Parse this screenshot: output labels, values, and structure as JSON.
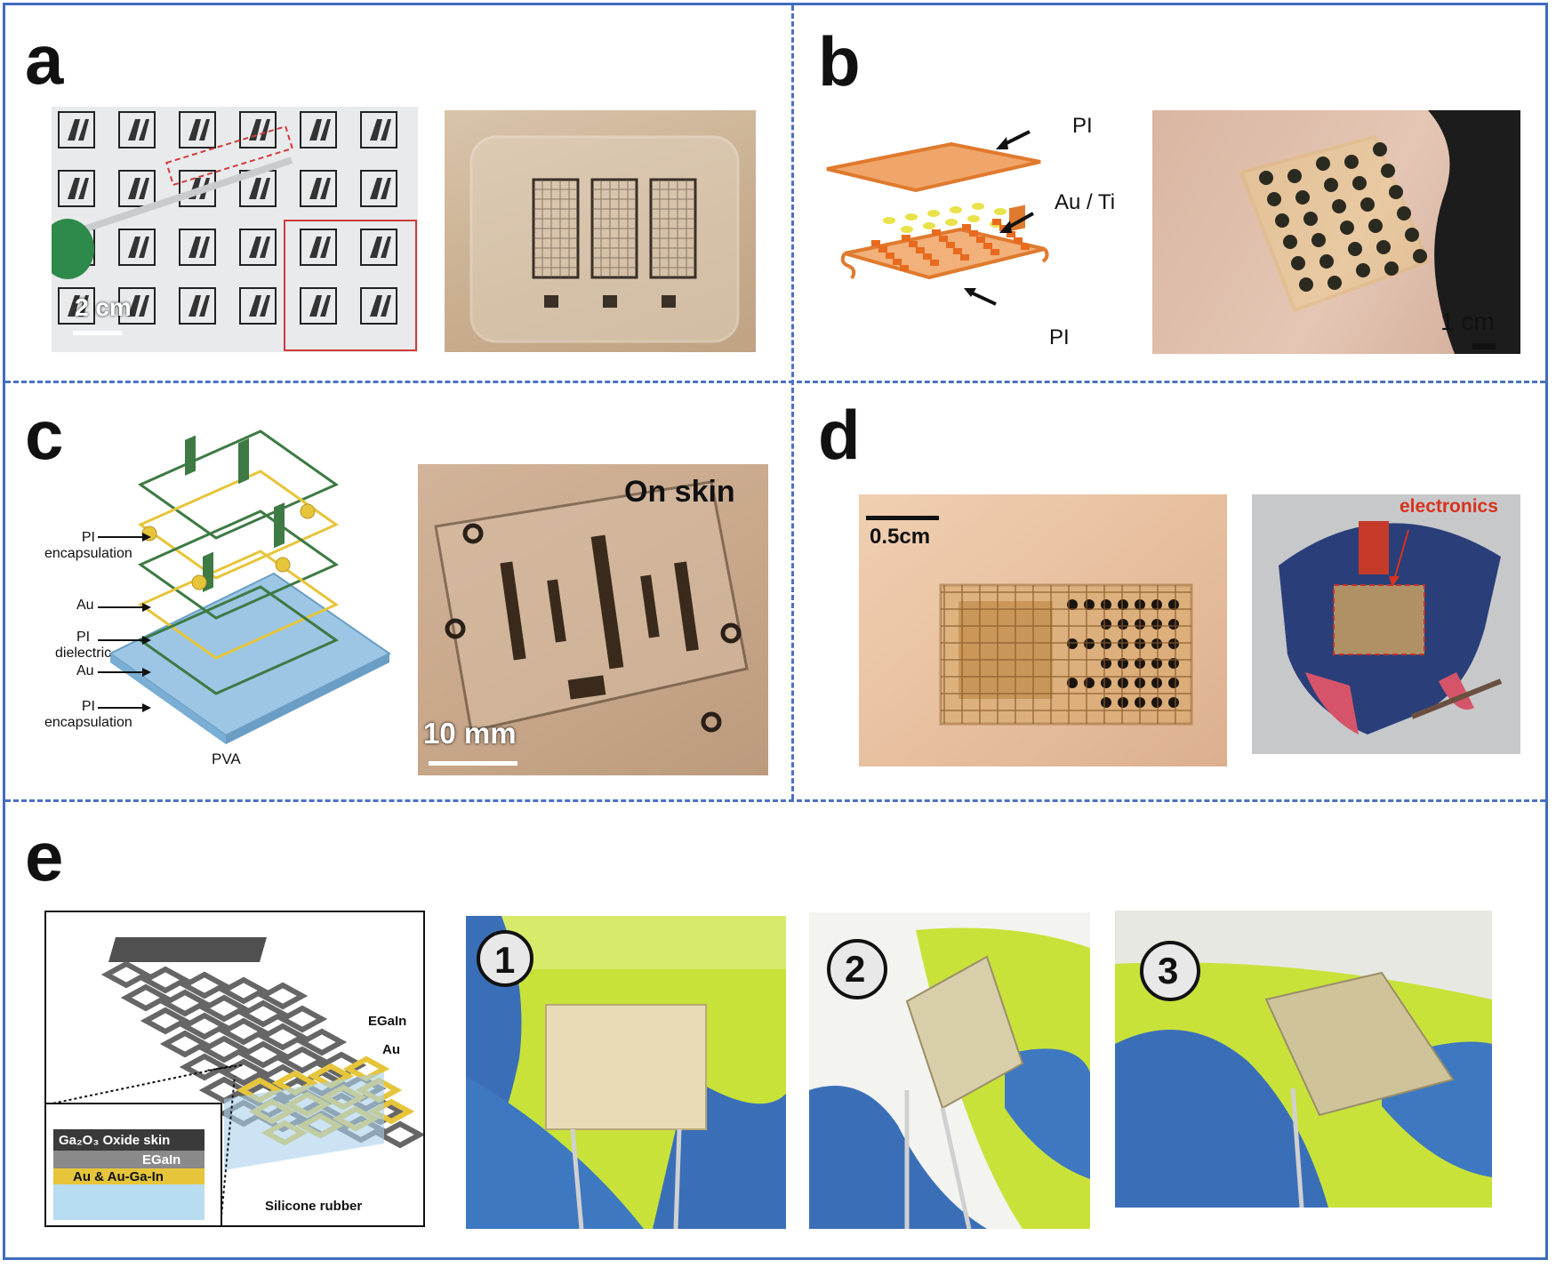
{
  "panels": {
    "a": {
      "label": "a",
      "scale": "2 cm"
    },
    "b": {
      "label": "b",
      "pi_top": "PI",
      "au_ti": "Au / Ti",
      "pi_bottom": "PI",
      "scale": "1 cm"
    },
    "c": {
      "label": "c",
      "layers": [
        "PI\nencapsulation",
        "Au",
        "PI\ndielectric",
        "Au",
        "PI\nencapsulation"
      ],
      "pva": "PVA",
      "on_skin": "On skin",
      "scale": "10 mm"
    },
    "d": {
      "label": "d",
      "scale": "0.5cm",
      "electronics": "electronics"
    },
    "e": {
      "label": "e",
      "egain": "EGaIn",
      "au": "Au",
      "silicone": "Silicone rubber",
      "inset_oxide": "Ga₂O₃ Oxide skin",
      "inset_egain": "EGaIn",
      "inset_au": "Au & Au-Ga-In",
      "steps": [
        "1",
        "2",
        "3"
      ]
    }
  },
  "colors": {
    "frame": "#3f6dbd",
    "pi_orange": "#e07a2e",
    "au_yellow": "#e6c53a",
    "pva_blue": "#8fc1e0",
    "green_circuit": "#3d7a44",
    "glove_blue": "#3a6fb8",
    "lime": "#c9e23a"
  }
}
